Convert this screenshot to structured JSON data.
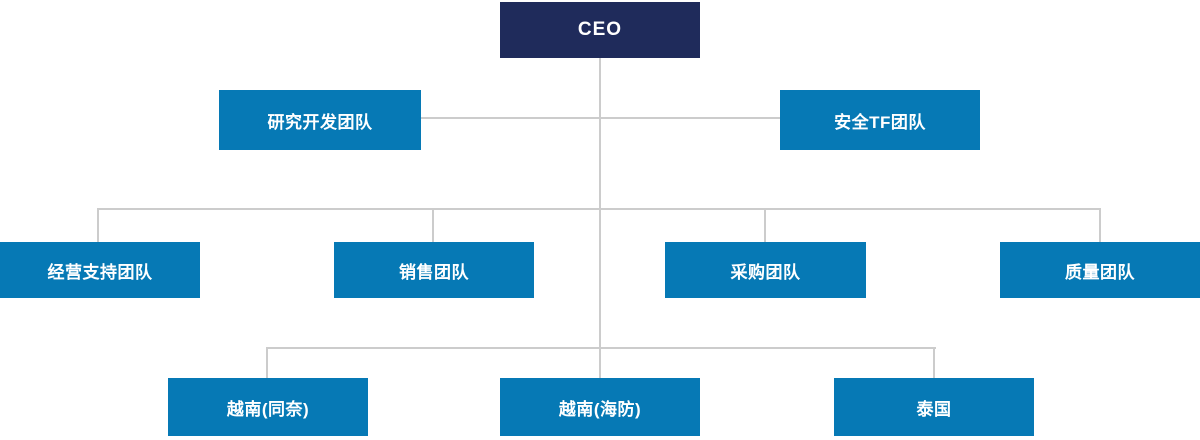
{
  "org_chart": {
    "type": "org-tree",
    "root": {
      "label": "CEO"
    },
    "level2": [
      {
        "label": "研究开发团队"
      },
      {
        "label": "安全TF团队"
      }
    ],
    "level3": [
      {
        "label": "经营支持团队"
      },
      {
        "label": "销售团队"
      },
      {
        "label": "采购团队"
      },
      {
        "label": "质量团队"
      }
    ],
    "level4": [
      {
        "label": "越南(同奈)"
      },
      {
        "label": "越南(海防)"
      },
      {
        "label": "泰国"
      }
    ],
    "colors": {
      "root_bg": "#1f2b5b",
      "node_bg": "#0679b5",
      "node_text": "#ffffff",
      "connector": "#cccccc",
      "background": "#ffffff"
    }
  }
}
